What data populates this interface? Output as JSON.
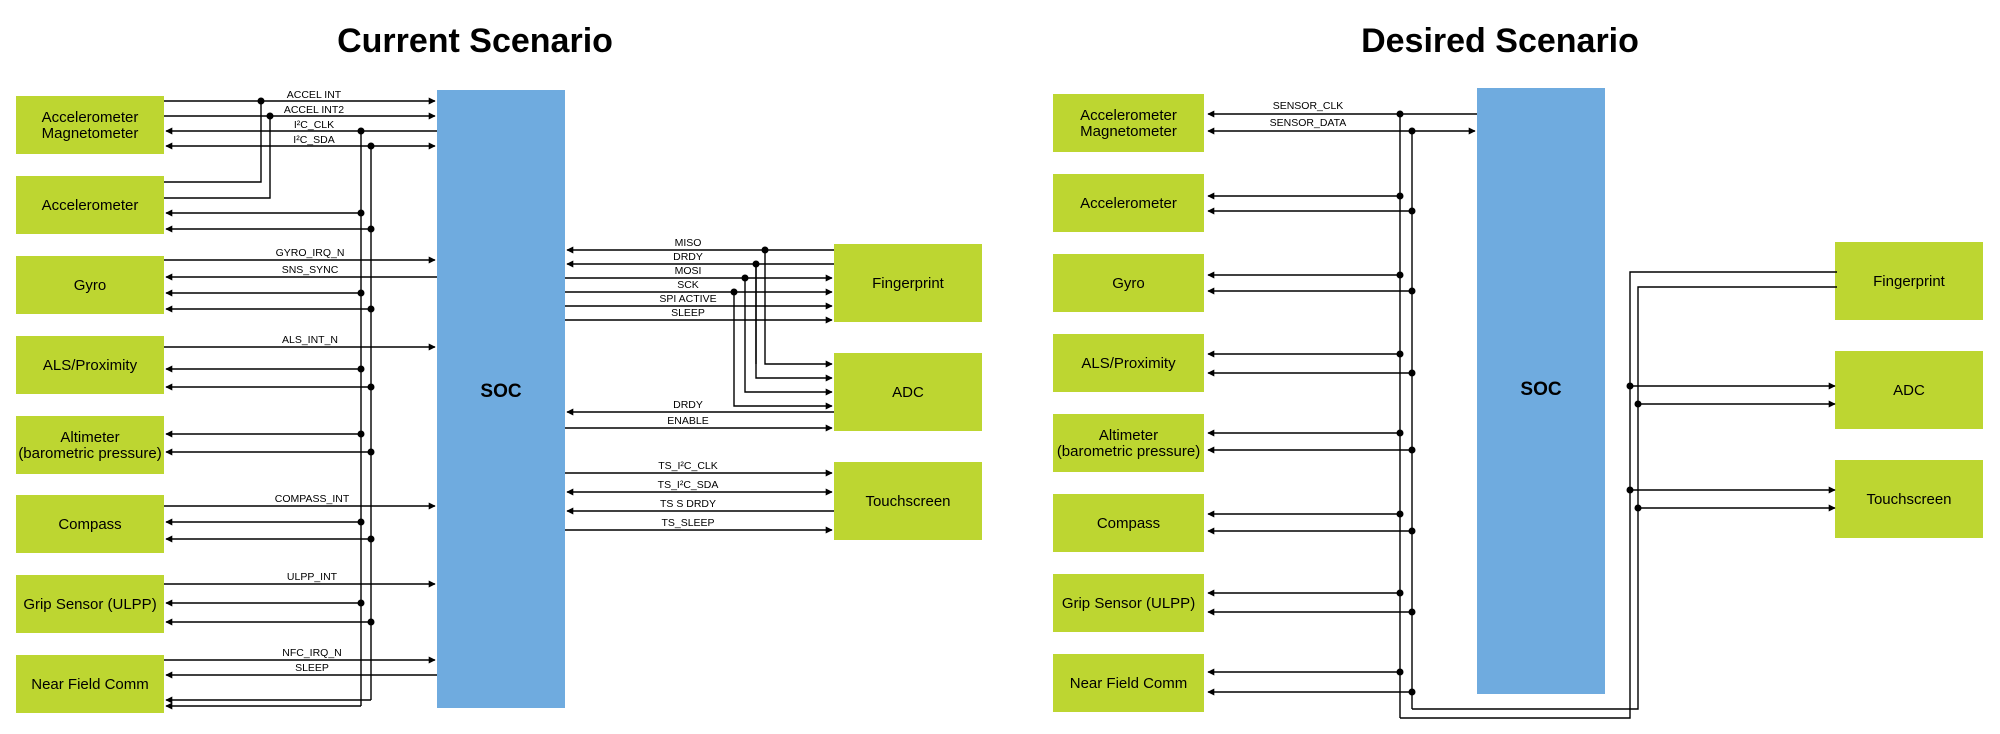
{
  "current": {
    "title": "Current Scenario",
    "soc_label": "SOC",
    "sensors": [
      {
        "lines": [
          "Accelerometer",
          "Magnetometer"
        ]
      },
      {
        "lines": [
          "Accelerometer"
        ]
      },
      {
        "lines": [
          "Gyro"
        ]
      },
      {
        "lines": [
          "ALS/Proximity"
        ]
      },
      {
        "lines": [
          "Altimeter",
          "(barometric pressure)"
        ]
      },
      {
        "lines": [
          "Compass"
        ]
      },
      {
        "lines": [
          "Grip Sensor (ULPP)"
        ]
      },
      {
        "lines": [
          "Near Field Comm"
        ]
      }
    ],
    "peripherals": [
      {
        "lines": [
          "Fingerprint"
        ]
      },
      {
        "lines": [
          "ADC"
        ]
      },
      {
        "lines": [
          "Touchscreen"
        ]
      }
    ],
    "left_signals": [
      "ACCEL INT",
      "ACCEL INT2",
      "I²C_CLK",
      "I²C_SDA",
      "GYRO_IRQ_N",
      "SNS_SYNC",
      "ALS_INT_N",
      "COMPASS_INT",
      "ULPP_INT",
      "NFC_IRQ_N",
      "SLEEP"
    ],
    "right_signals": [
      "MISO",
      "DRDY",
      "MOSI",
      "SCK",
      "SPI ACTIVE",
      "SLEEP",
      "DRDY",
      "ENABLE",
      "TS_I²C_CLK",
      "TS_I²C_SDA",
      "TS S DRDY",
      "TS_SLEEP"
    ]
  },
  "desired": {
    "title": "Desired Scenario",
    "soc_label": "SOC",
    "sensors": [
      {
        "lines": [
          "Accelerometer",
          "Magnetometer"
        ]
      },
      {
        "lines": [
          "Accelerometer"
        ]
      },
      {
        "lines": [
          "Gyro"
        ]
      },
      {
        "lines": [
          "ALS/Proximity"
        ]
      },
      {
        "lines": [
          "Altimeter",
          "(barometric pressure)"
        ]
      },
      {
        "lines": [
          "Compass"
        ]
      },
      {
        "lines": [
          "Grip Sensor (ULPP)"
        ]
      },
      {
        "lines": [
          "Near Field Comm"
        ]
      }
    ],
    "peripherals": [
      {
        "lines": [
          "Fingerprint"
        ]
      },
      {
        "lines": [
          "ADC"
        ]
      },
      {
        "lines": [
          "Touchscreen"
        ]
      }
    ],
    "bus_signals": [
      "SENSOR_CLK",
      "SENSOR_DATA"
    ]
  },
  "colors": {
    "box": "#bdd631",
    "soc": "#6fabdf",
    "wire": "#000000"
  }
}
